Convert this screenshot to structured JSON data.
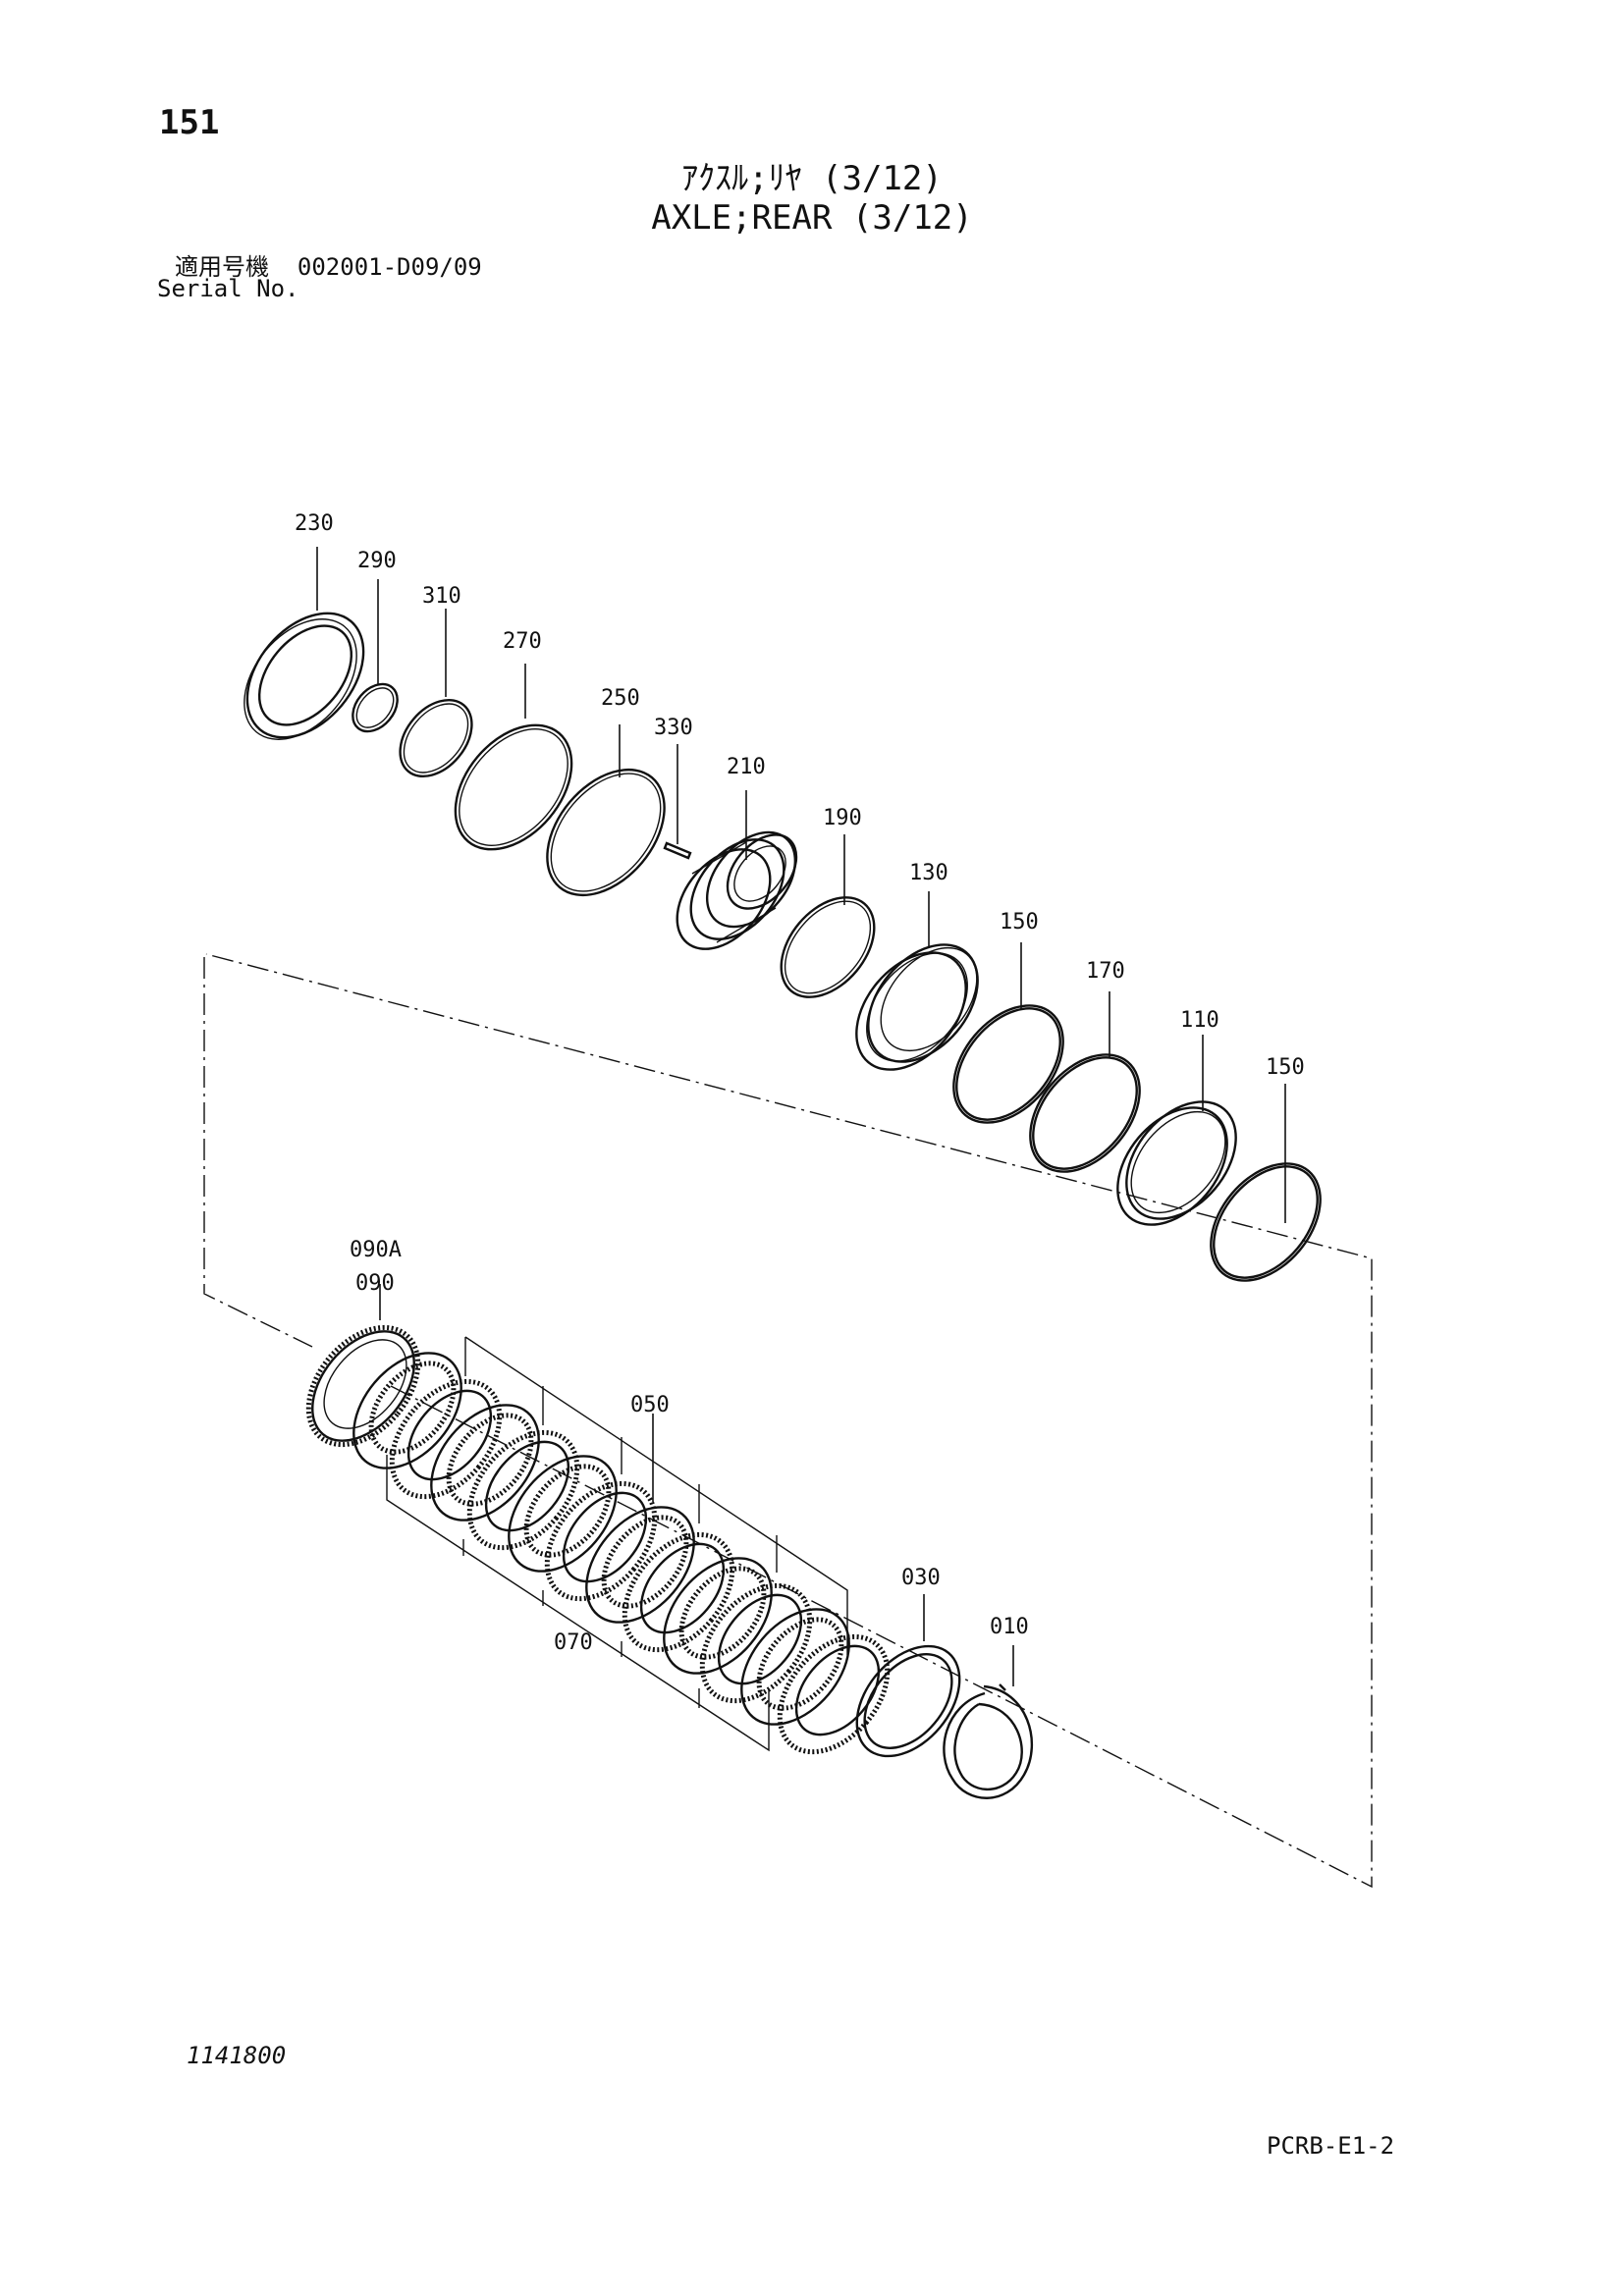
{
  "header": {
    "page_number": "151",
    "title_jp": "ｱｸｽﾙ;ﾘﾔ (3/12)",
    "title_en": "AXLE;REAR (3/12)",
    "serial_label_jp": "適用号機",
    "serial_range": "002001-D09/09",
    "serial_label_en": "Serial No."
  },
  "diagram": {
    "callouts": {
      "p230": "230",
      "p290": "290",
      "p310": "310",
      "p270": "270",
      "p250": "250",
      "p330": "330",
      "p210": "210",
      "p190": "190",
      "p130": "130",
      "p150a": "150",
      "p170": "170",
      "p110": "110",
      "p150b": "150",
      "p090a": "090A",
      "p090": "090",
      "p050": "050",
      "p070": "070",
      "p030": "030",
      "p010": "010"
    }
  },
  "footer": {
    "drawing_number": "1141800",
    "page_code": "PCRB-E1-2"
  }
}
